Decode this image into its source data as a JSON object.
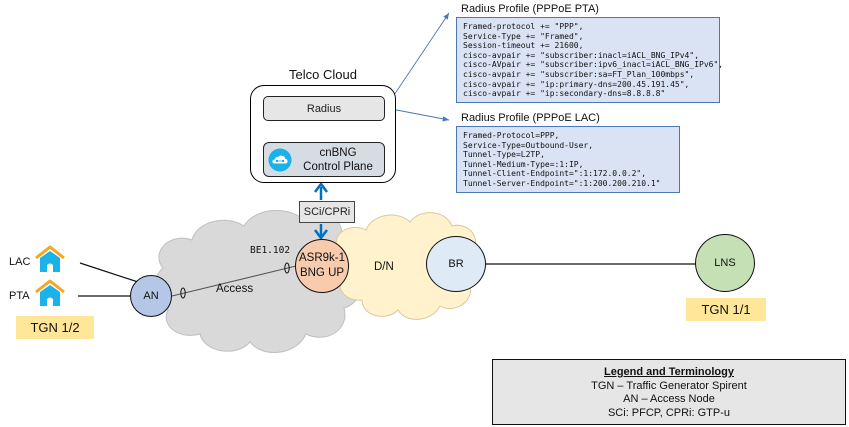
{
  "profiles": {
    "pta": {
      "title": "Radius Profile (PPPoE PTA)",
      "lines": [
        "Framed-protocol += \"PPP\",",
        "Service-Type += \"Framed\",",
        "Session-timeout += 21600,",
        "cisco-avpair += \"subscriber:inacl=iACL_BNG_IPv4\",",
        "cisco-AVpair += \"subscriber:ipv6_inacl=iACL_BNG_IPv6\",",
        "cisco-avpair += \"subscriber:sa=FT_Plan_100mbps\",",
        "cisco-avpair += \"ip:primary-dns=200.45.191.45\",",
        "cisco-avpair += \"ip:secondary-dns=8.8.8.8\""
      ]
    },
    "lac": {
      "title": "Radius Profile (PPPoE LAC)",
      "lines": [
        "Framed-Protocol=PPP,",
        "Service-Type=Outbound-User,",
        "Tunnel-Type=L2TP,",
        "Tunnel-Medium-Type=:1:IP,",
        "Tunnel-Client-Endpoint=\":1:172.0.0.2\",",
        "Tunnel-Server-Endpoint=\":1:200.200.210.1\""
      ]
    }
  },
  "telco_cloud": {
    "title": "Telco Cloud",
    "radius_label": "Radius",
    "control_plane": {
      "line1": "cnBNG",
      "line2": "Control Plane",
      "icon": "cloud-network-icon"
    }
  },
  "interface_label": "SCi/CPRi",
  "nodes": {
    "an": "AN",
    "bng": {
      "line1": "ASR9k-1",
      "line2": "BNG UP"
    },
    "br": "BR",
    "lns": "LNS"
  },
  "clouds": {
    "access": "Access",
    "dn": "D/N"
  },
  "port_label": "BE1.102",
  "subscribers": [
    {
      "label": "LAC",
      "icon": "house-icon"
    },
    {
      "label": "PTA",
      "icon": "house-icon"
    }
  ],
  "tgn": {
    "left": "TGN 1/2",
    "right": "TGN 1/1"
  },
  "legend": {
    "title": "Legend and Terminology",
    "lines": [
      "TGN – Traffic Generator Spirent",
      "AN – Access Node",
      "SCi: PFCP, CPRi: GTP-u"
    ]
  },
  "colors": {
    "an_fill": "#b4c7e7",
    "bng_fill": "#f8cbad",
    "br_fill": "#deebf7",
    "lns_fill": "#c5e0b4",
    "access_cloud": "#d9d9d9",
    "dn_cloud": "#fff2cc",
    "house_roof": "#f5a623",
    "house_body": "#1ab2e8",
    "arrow_blue": "#0070c0"
  }
}
